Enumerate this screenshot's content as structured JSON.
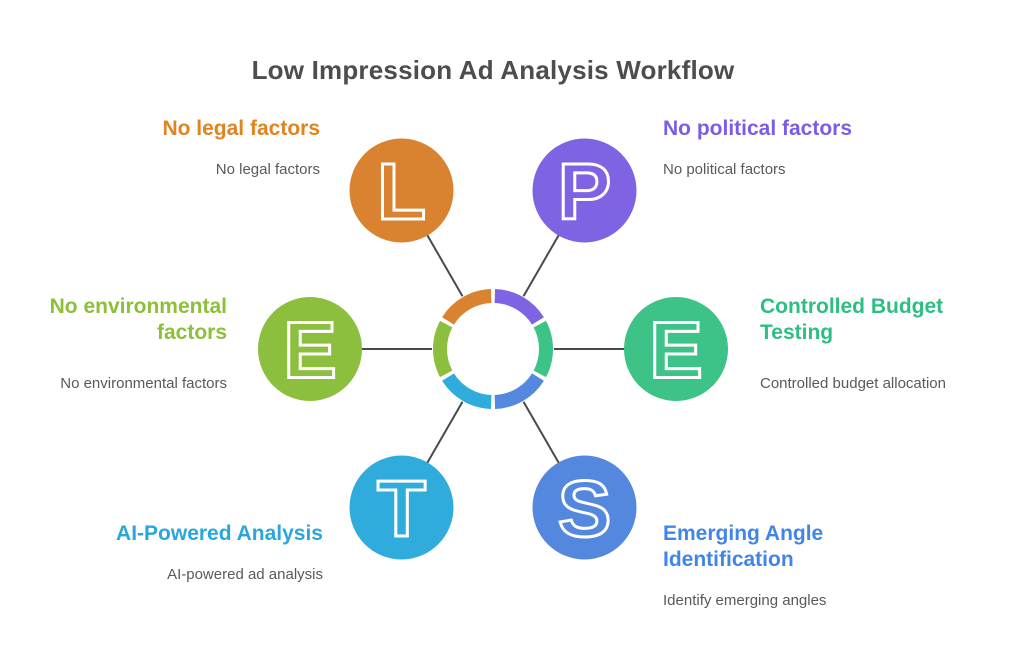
{
  "title": "Low Impression Ad Analysis Workflow",
  "nodes": [
    {
      "id": "legal",
      "letter": "L",
      "heading": "No legal factors",
      "subtitle": "No legal factors",
      "color": "#D9822F",
      "heading_color": "#E08420"
    },
    {
      "id": "political",
      "letter": "P",
      "heading": "No political factors",
      "subtitle": "No political factors",
      "color": "#7E64E2",
      "heading_color": "#7C5CE7"
    },
    {
      "id": "environmental",
      "letter": "E",
      "heading": "No environmental factors",
      "subtitle": "No environmental factors",
      "color": "#8CBF3E",
      "heading_color": "#8CC03A"
    },
    {
      "id": "budget",
      "letter": "E",
      "heading": "Controlled Budget Testing",
      "subtitle": "Controlled budget allocation",
      "color": "#3DC287",
      "heading_color": "#2EBE82"
    },
    {
      "id": "ai",
      "letter": "T",
      "heading": "AI-Powered Analysis",
      "subtitle": "AI-powered ad analysis",
      "color": "#2FACDB",
      "heading_color": "#29A7DC"
    },
    {
      "id": "angle",
      "letter": "S",
      "heading": "Emerging Angle Identification",
      "subtitle": "Identify emerging angles",
      "color": "#5388DE",
      "heading_color": "#4285E8"
    }
  ],
  "colors": {
    "title": "#4D4D4D",
    "subtitle": "#58595B",
    "connector": "#4A4A4A",
    "letter_outline": "#FFFFFF",
    "background": "#FFFFFF"
  }
}
